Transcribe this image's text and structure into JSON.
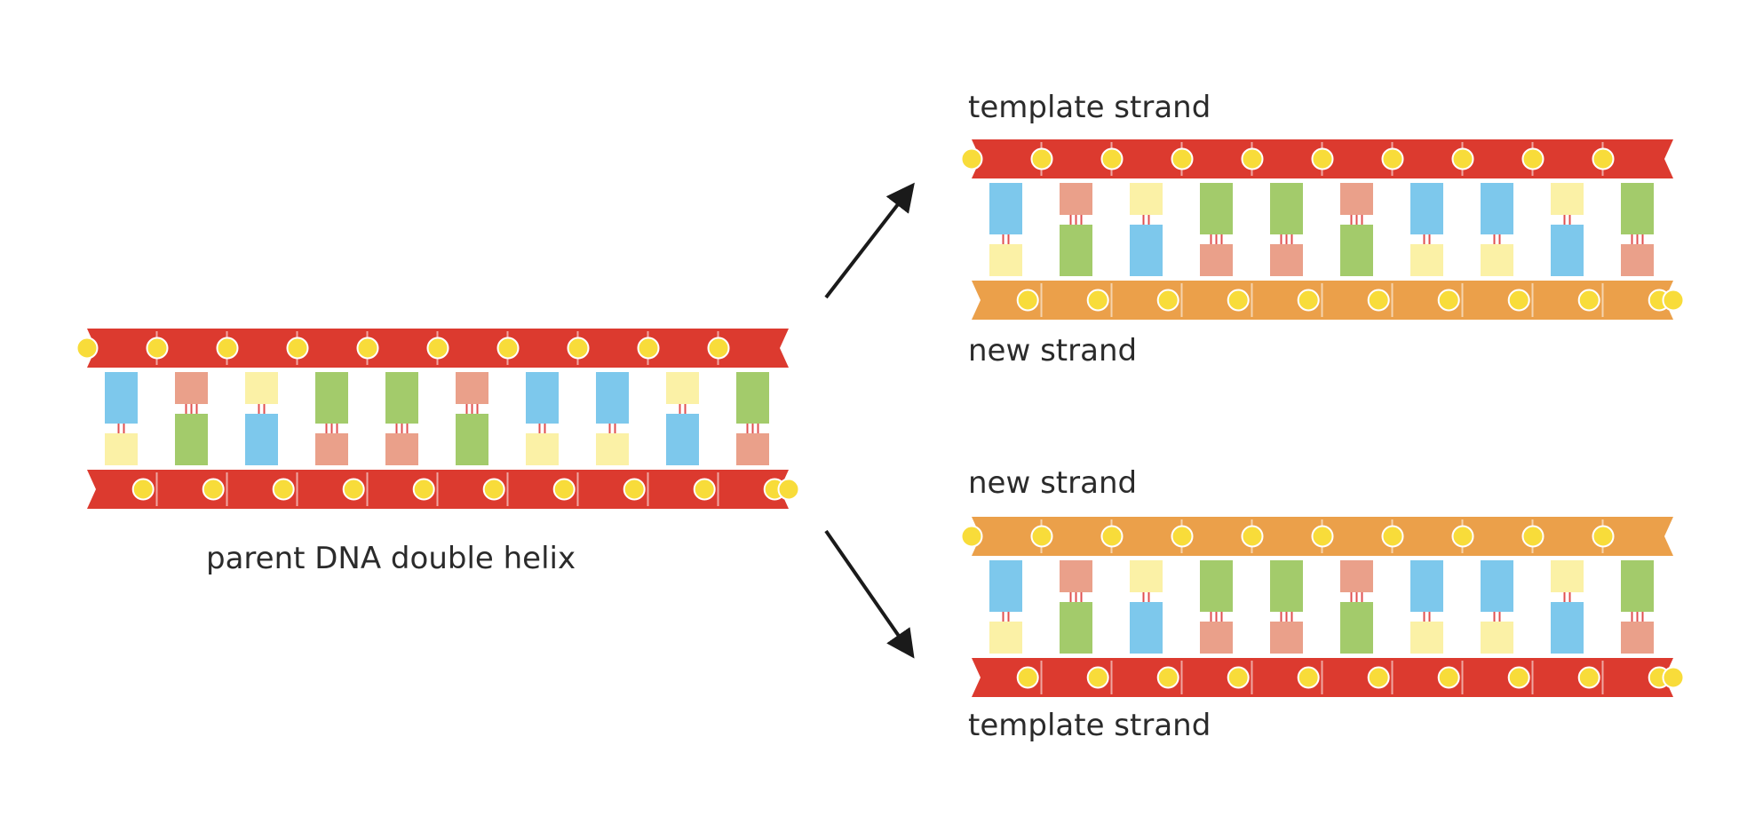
{
  "labels": {
    "parent": "parent DNA double helix",
    "top_template": "template strand",
    "top_new": "new strand",
    "bottom_new": "new strand",
    "bottom_template": "template strand"
  },
  "colors": {
    "template_backbone": "#dc3a2f",
    "new_backbone": "#eba04a",
    "phosphate": "#f8dc3a",
    "hydrogen_bond": "#e05050",
    "arrow": "#1a1a1a",
    "base_A": "#7dc8ec",
    "base_T": "#fbf1a6",
    "base_G": "#a3cb6b",
    "base_C": "#eaa08a"
  },
  "base_sequence_top": [
    "A",
    "C",
    "T",
    "G",
    "G",
    "C",
    "A",
    "A",
    "T",
    "G"
  ],
  "base_pairs": {
    "A": "T",
    "T": "A",
    "G": "C",
    "C": "G"
  },
  "structures": [
    {
      "id": "parent-helix",
      "upper_strand": "template",
      "lower_strand": "template"
    },
    {
      "id": "daughter-top",
      "upper_strand": "template",
      "lower_strand": "new"
    },
    {
      "id": "daughter-bottom",
      "upper_strand": "new",
      "lower_strand": "template"
    }
  ]
}
